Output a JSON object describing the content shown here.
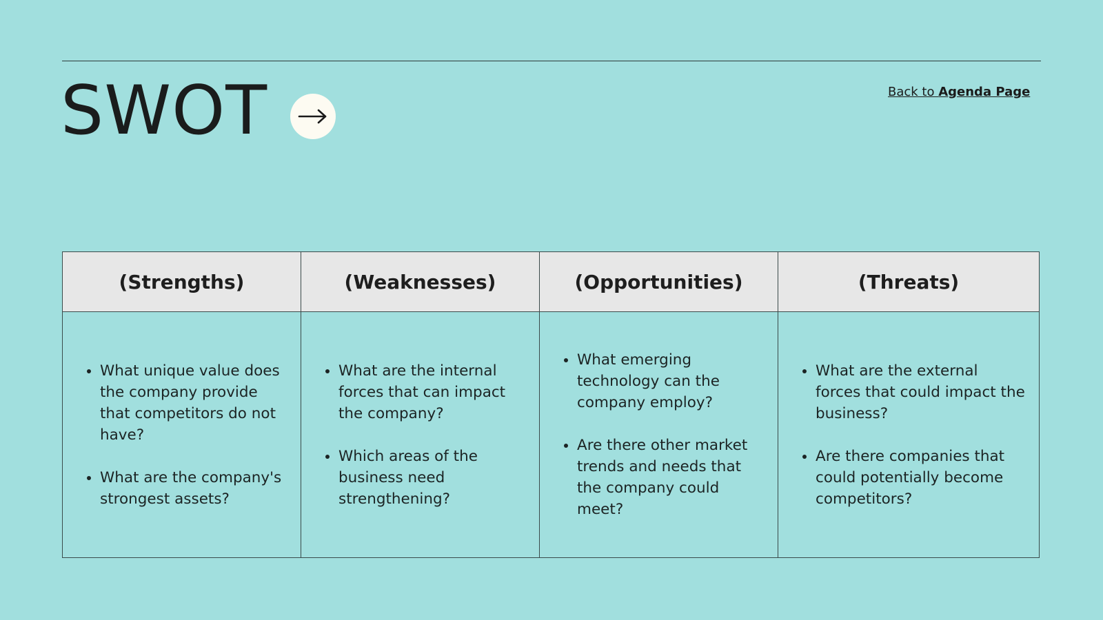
{
  "page": {
    "title": "SWOT",
    "arrow_icon": "arrow-right-icon",
    "back_link": {
      "prefix": "Back to ",
      "target": "Agenda Page"
    },
    "colors": {
      "background": "#a1dfde",
      "header_fill": "#e7e7e7",
      "arrow_circle": "#fdfbf2"
    }
  },
  "swot": {
    "columns": [
      {
        "header": "(Strengths)",
        "items": [
          "What unique value does the company provide that competitors do not have?",
          "What are the company's strongest assets?"
        ]
      },
      {
        "header": "(Weaknesses)",
        "items": [
          "What are the internal forces that can impact the company?",
          "Which areas of the business need strengthening?"
        ]
      },
      {
        "header": "(Opportunities)",
        "items": [
          "What emerging technology can the company employ?",
          "Are there other market trends and needs that the company could meet?"
        ]
      },
      {
        "header": "(Threats)",
        "items": [
          "What are the external forces that could impact the business?",
          "Are there companies that could potentially become competitors?"
        ]
      }
    ]
  }
}
